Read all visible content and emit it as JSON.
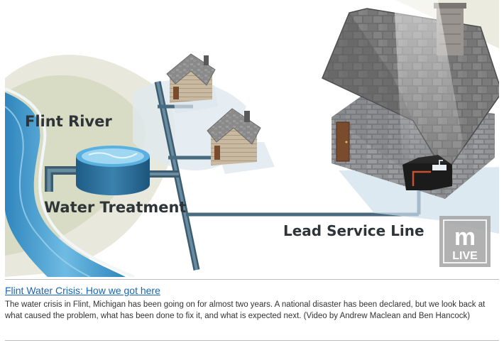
{
  "illustration": {
    "labels": {
      "river": "Flint River",
      "treatment": "Water Treatment",
      "service_line": "Lead Service Line"
    },
    "logo": {
      "line1": "m",
      "line2": "LIVE"
    },
    "colors": {
      "water": "#3f97c9",
      "pipe": "#4a6a7f",
      "roof": "#6c6c6c",
      "brick": "#8e8f92",
      "lead_line": "#c8502e"
    }
  },
  "caption": {
    "title": "Flint Water Crisis: How we got here",
    "body": "The water crisis in Flint, Michigan has been going on for almost two years. A national disaster has been declared, but we look back at what caused the problem, what has been done to fix it, and what is expected next. (Video by Andrew Maclean and Ben Hancock)"
  }
}
